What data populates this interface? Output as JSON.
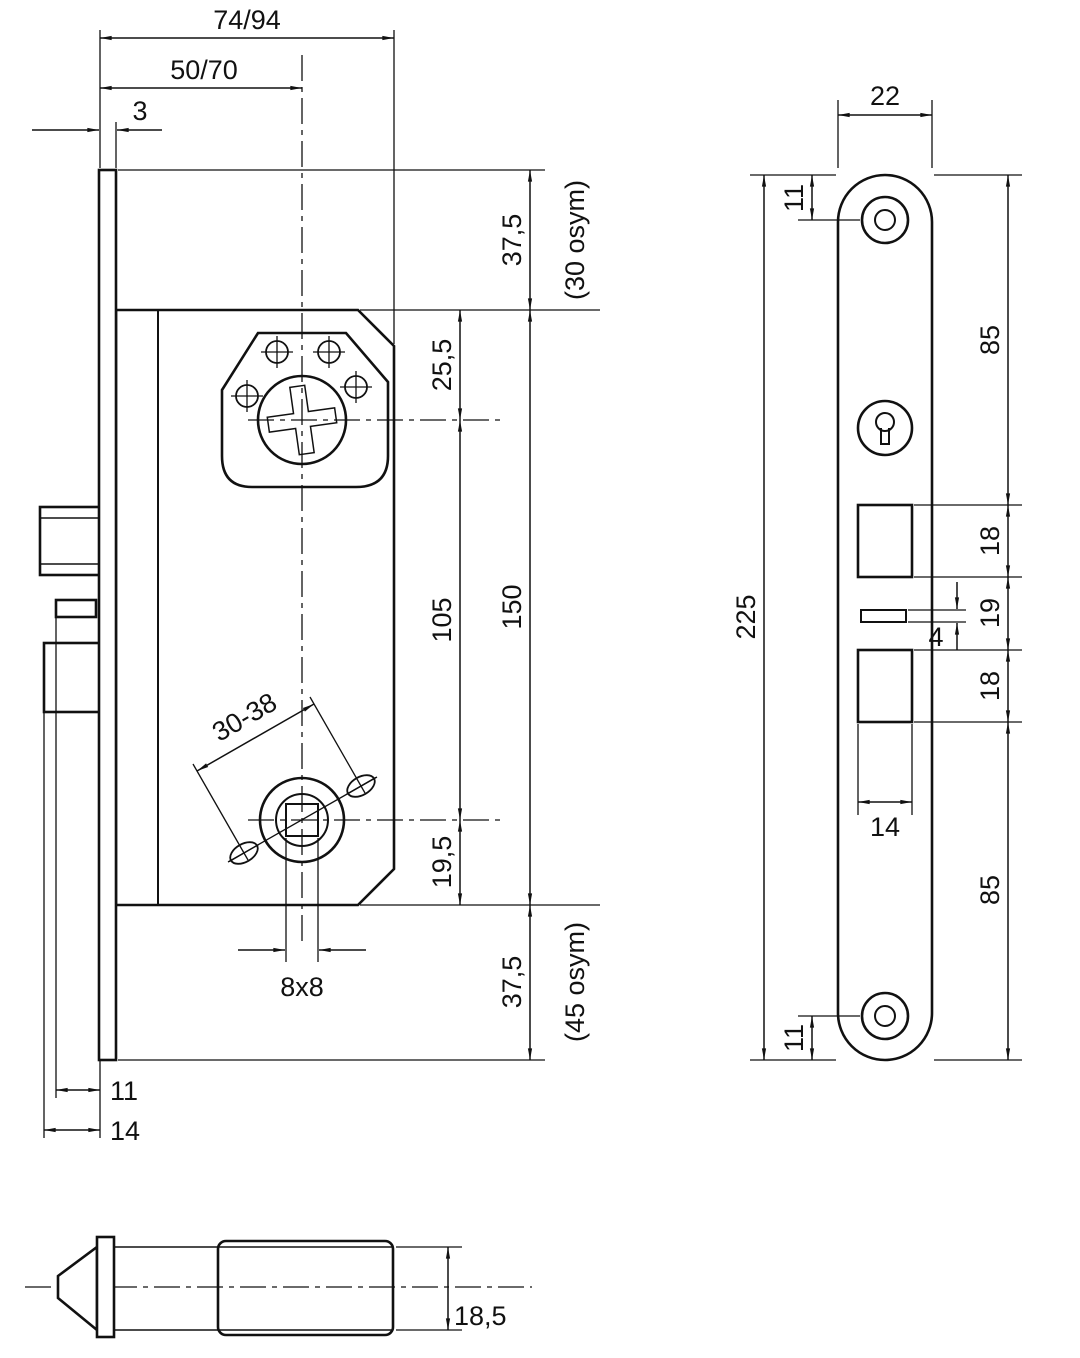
{
  "colors": {
    "background": "#ffffff",
    "line": "#111111"
  },
  "side_view": {
    "dims": {
      "total_depth": "74/94",
      "backset": "50/70",
      "faceplate_thickness": "3",
      "top_margin": "37,5",
      "top_margin_note": "(30 osym)",
      "cylinder_offset": "25,5",
      "centers_distance": "105",
      "case_height": "150",
      "follower_offset": "19,5",
      "bottom_margin": "37,5",
      "bottom_margin_note": "(45 osym)",
      "handle_screw_spacing": "30-38",
      "spindle_square": "8x8",
      "bolt_throw_single": "11",
      "bolt_throw_full": "14"
    }
  },
  "faceplate_view": {
    "dims": {
      "width": "22",
      "total_height": "225",
      "top_screw_offset": "11",
      "top_to_latch": "85",
      "latch_cutout_height": "18",
      "cutout_gap": "19",
      "slot_height": "4",
      "bolt_cutout_height": "18",
      "cutout_width": "14",
      "bolt_to_bottom": "85",
      "bottom_screw_offset": "11"
    }
  },
  "latch_view": {
    "dims": {
      "latch_height": "18,5"
    }
  }
}
